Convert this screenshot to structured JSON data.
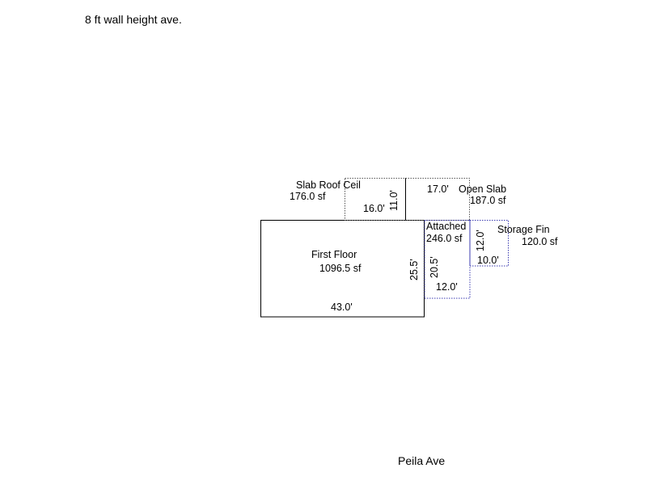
{
  "note": "8 ft wall height ave.",
  "street": "Peila Ave",
  "colors": {
    "solid_outline": "#000000",
    "dotted_outline_blue": "#3b3bb0",
    "dotted_outline_gray": "#555555",
    "background": "#ffffff"
  },
  "areas": {
    "first_floor": {
      "name": "First Floor",
      "area": "1096.5 sf",
      "width_dim": "43.0'",
      "depth_dim": "25.5'"
    },
    "slab_roof_ceil": {
      "name": "Slab Roof Ceil",
      "area": "176.0 sf",
      "width_dim": "16.0'",
      "depth_dim": "11.0'"
    },
    "open_slab": {
      "name": "Open Slab",
      "area": "187.0 sf",
      "width_dim": "17.0'"
    },
    "attached": {
      "name": "Attached",
      "area": "246.0 sf",
      "width_dim": "12.0'",
      "depth_dim": "20.5'"
    },
    "storage_fin": {
      "name": "Storage Fin",
      "area": "120.0 sf",
      "width_dim": "10.0'",
      "depth_dim": "12.0'"
    }
  }
}
